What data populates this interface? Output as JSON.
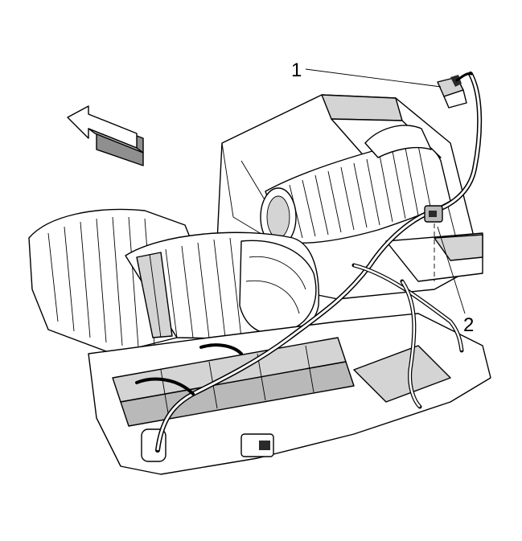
{
  "callouts": [
    {
      "label": "1",
      "part": "connector"
    },
    {
      "label": "2",
      "part": "harness-clip"
    }
  ],
  "colors": {
    "line": "#000000",
    "fill_light": "#d4d4d4",
    "fill_mid": "#b9b9b9",
    "fill_dark": "#8f8f8f",
    "background": "#ffffff"
  },
  "icons": {
    "direction_arrow": "front-direction-arrow-icon"
  }
}
